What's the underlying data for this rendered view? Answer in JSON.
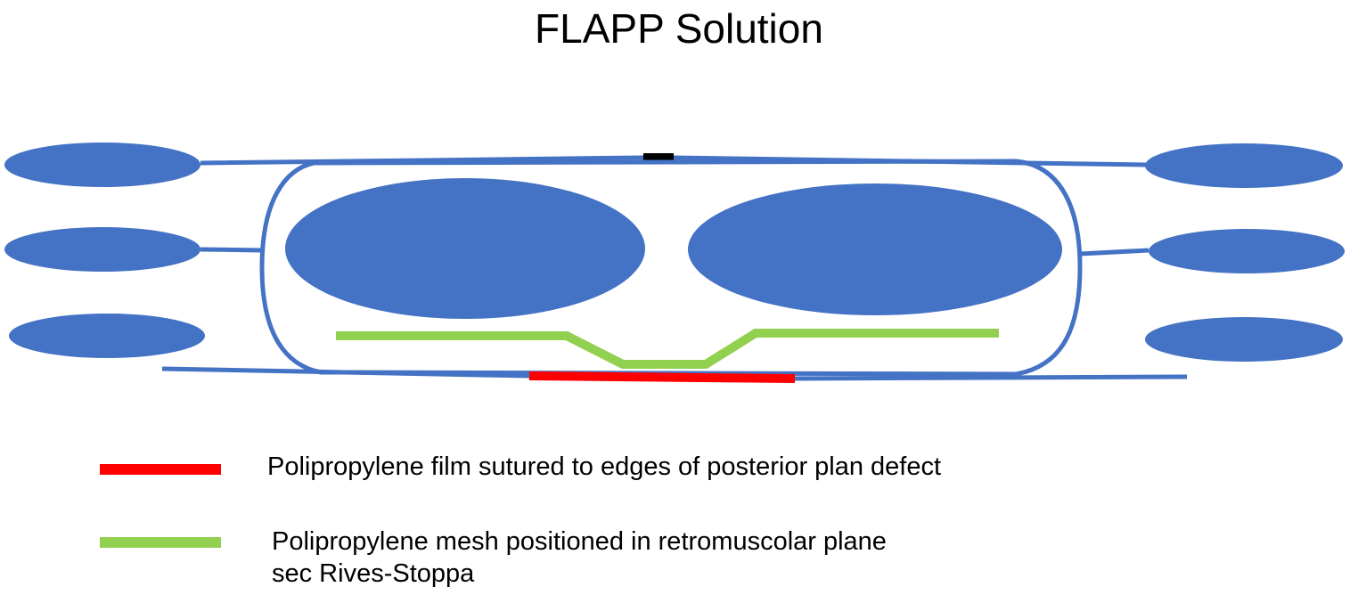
{
  "title": "FLAPP Solution",
  "colors": {
    "tissue_blue": "#4472C4",
    "film_red": "#FF0000",
    "mesh_green": "#92D050",
    "linea_alba_black": "#000000"
  },
  "legend": [
    {
      "color_key": "film_red",
      "lines": [
        "Polipropylene film sutured to edges of posterior plan defect"
      ]
    },
    {
      "color_key": "mesh_green",
      "lines": [
        "Polipropylene mesh  positioned in retromuscolar plane",
        "sec Rives-Stoppa"
      ]
    }
  ]
}
